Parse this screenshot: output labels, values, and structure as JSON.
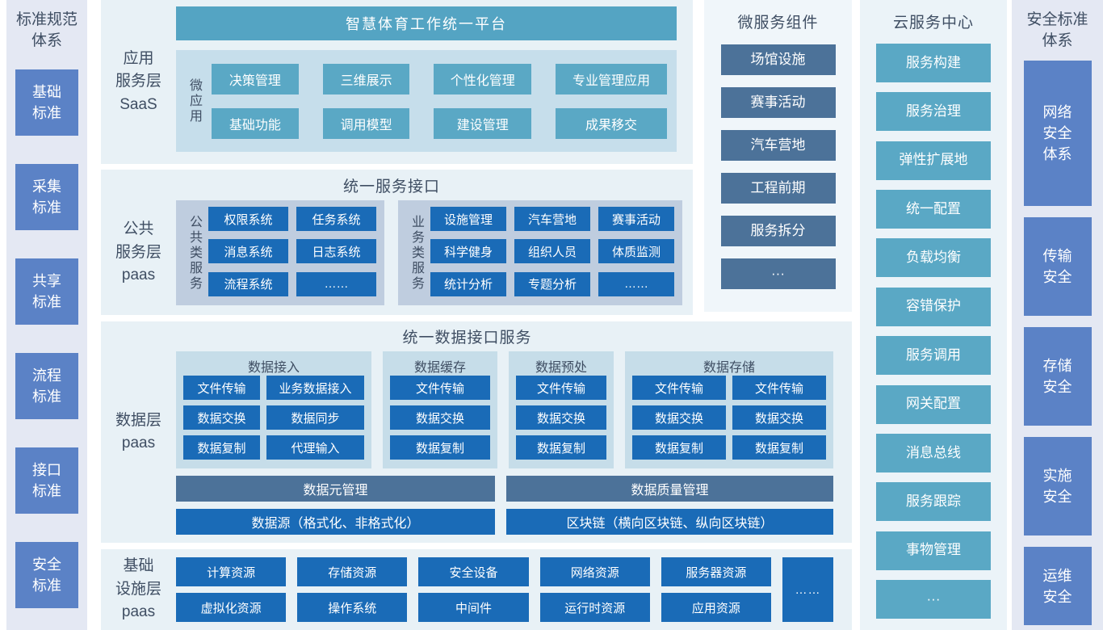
{
  "colors": {
    "sidebar-bg": "#e4e8f3",
    "indigo": "#5b82c6",
    "section-bg": "#e8f1f6",
    "micro-bg": "#f0f6fa",
    "cloud-bg": "#ebf3f8",
    "teal": "#54a4c3",
    "teal-btn": "#5aa8c5",
    "saas-inner": "#c6deeb",
    "paas-inner": "#bfcddf",
    "group-bg": "#c6dde9",
    "blue": "#1a6bb7",
    "steel": "#4c7299",
    "label-text": "#3f4e63"
  },
  "left_sidebar": {
    "title": "标准规范\n体系",
    "items": [
      "基础\n标准",
      "采集\n标准",
      "共享\n标准",
      "流程\n标准",
      "接口\n标准",
      "安全\n标准"
    ]
  },
  "saas_layer": {
    "label": "应用\n服务层\nSaaS",
    "platform_title": "智慧体育工作统一平台",
    "micro_app_label": "微应用",
    "apps": [
      "决策管理",
      "三维展示",
      "个性化管理",
      "专业管理应用",
      "基础功能",
      "调用模型",
      "建设管理",
      "成果移交"
    ]
  },
  "paas_layer": {
    "label": "公共\n服务层\npaas",
    "title": "统一服务接口",
    "public_group": {
      "label": "公共类服务",
      "items": [
        "权限系统",
        "任务系统",
        "消息系统",
        "日志系统",
        "流程系统",
        "……"
      ]
    },
    "business_group": {
      "label": "业务类服务",
      "items": [
        "设施管理",
        "汽车营地",
        "赛事活动",
        "科学健身",
        "组织人员",
        "体质监测",
        "统计分析",
        "专题分析",
        "……"
      ]
    }
  },
  "data_layer": {
    "label": "数据层\npaas",
    "title": "统一数据接口服务",
    "groups": [
      {
        "title": "数据接入",
        "items": [
          "文件传输",
          "业务数据接入",
          "数据交换",
          "数据同步",
          "数据复制",
          "代理输入"
        ]
      },
      {
        "title": "数据缓存",
        "items": [
          "文件传输",
          "数据交换",
          "数据复制"
        ]
      },
      {
        "title": "数据预处",
        "items": [
          "文件传输",
          "数据交换",
          "数据复制"
        ]
      },
      {
        "title": "数据存储",
        "items": [
          "文件传输",
          "文件传输",
          "数据交换",
          "数据交换",
          "数据复制",
          "数据复制"
        ]
      }
    ],
    "meta_bar": "数据元管理",
    "quality_bar": "数据质量管理",
    "source_bar": "数据源（格式化、非格式化）",
    "chain_bar": "区块链（横向区块链、纵向区块链）"
  },
  "infra_layer": {
    "label": "基础\n设施层\npaas",
    "items": [
      "计算资源",
      "存储资源",
      "安全设备",
      "网络资源",
      "服务器资源",
      "虚拟化资源",
      "操作系统",
      "中间件",
      "运行时资源",
      "应用资源"
    ],
    "more": "……"
  },
  "microservices": {
    "title": "微服务组件",
    "items": [
      "场馆设施",
      "赛事活动",
      "汽车营地",
      "工程前期",
      "服务拆分",
      "···"
    ]
  },
  "cloud_center": {
    "title": "云服务中心",
    "items": [
      "服务构建",
      "服务治理",
      "弹性扩展地",
      "统一配置",
      "负载均衡",
      "容错保护",
      "服务调用",
      "网关配置",
      "消息总线",
      "服务跟踪",
      "事物管理",
      "···"
    ]
  },
  "right_sidebar": {
    "title": "安全标准\n体系",
    "items": [
      "网络\n安全\n体系",
      "传输\n安全",
      "存储\n安全",
      "实施\n安全",
      "运维\n安全"
    ]
  }
}
